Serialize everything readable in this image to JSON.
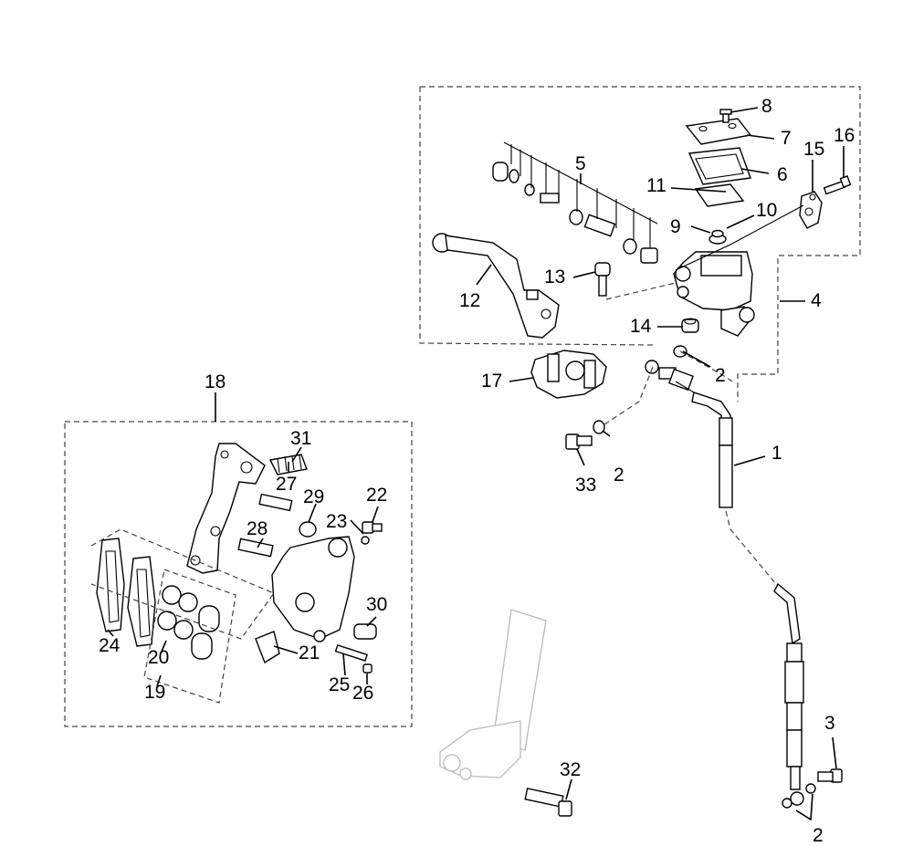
{
  "diagram": {
    "labels": [
      {
        "id": "1",
        "text": "1"
      },
      {
        "id": "2a",
        "text": "2"
      },
      {
        "id": "2b",
        "text": "2"
      },
      {
        "id": "2c",
        "text": "2"
      },
      {
        "id": "3",
        "text": "3"
      },
      {
        "id": "4",
        "text": "4"
      },
      {
        "id": "5",
        "text": "5"
      },
      {
        "id": "6",
        "text": "6"
      },
      {
        "id": "7",
        "text": "7"
      },
      {
        "id": "8",
        "text": "8"
      },
      {
        "id": "9",
        "text": "9"
      },
      {
        "id": "10",
        "text": "10"
      },
      {
        "id": "11",
        "text": "11"
      },
      {
        "id": "12",
        "text": "12"
      },
      {
        "id": "13",
        "text": "13"
      },
      {
        "id": "14",
        "text": "14"
      },
      {
        "id": "15",
        "text": "15"
      },
      {
        "id": "16",
        "text": "16"
      },
      {
        "id": "17",
        "text": "17"
      },
      {
        "id": "18",
        "text": "18"
      },
      {
        "id": "19",
        "text": "19"
      },
      {
        "id": "20",
        "text": "20"
      },
      {
        "id": "21",
        "text": "21"
      },
      {
        "id": "22",
        "text": "22"
      },
      {
        "id": "23",
        "text": "23"
      },
      {
        "id": "24",
        "text": "24"
      },
      {
        "id": "25",
        "text": "25"
      },
      {
        "id": "26",
        "text": "26"
      },
      {
        "id": "27",
        "text": "27"
      },
      {
        "id": "28",
        "text": "28"
      },
      {
        "id": "29",
        "text": "29"
      },
      {
        "id": "30",
        "text": "30"
      },
      {
        "id": "31",
        "text": "31"
      },
      {
        "id": "32",
        "text": "32"
      },
      {
        "id": "33",
        "text": "33"
      }
    ]
  }
}
